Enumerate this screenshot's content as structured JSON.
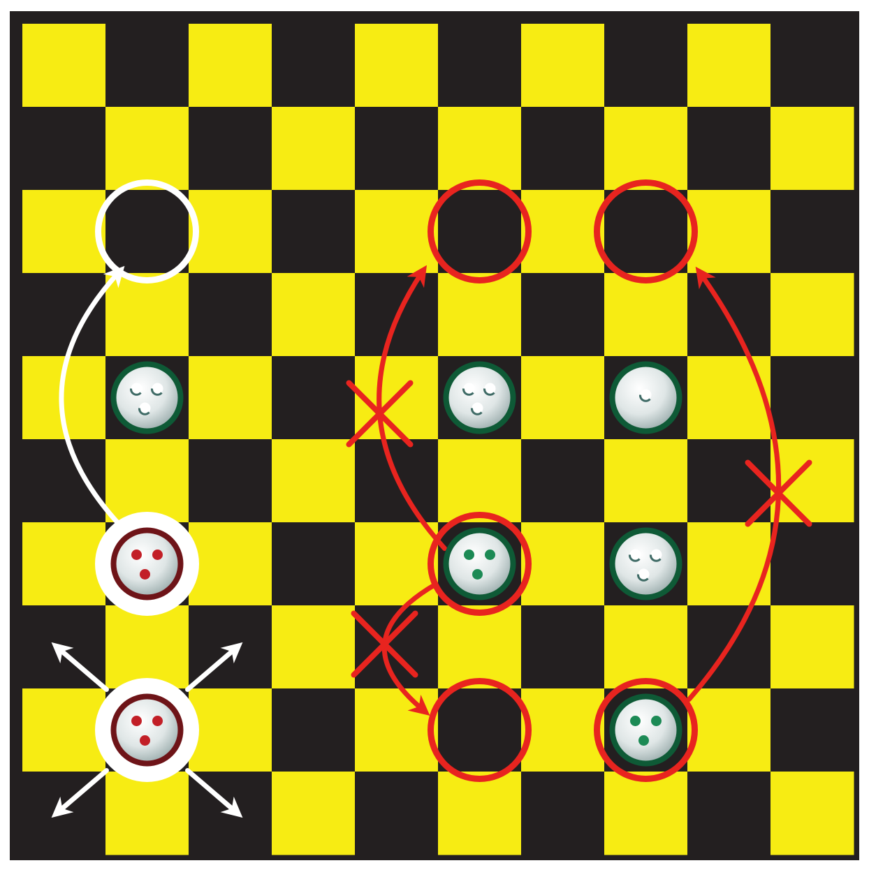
{
  "board": {
    "rows": 10,
    "cols": 10,
    "colors": {
      "light_square": "#f7ec13",
      "dark_square": "#231f20",
      "frame": "#231f20",
      "background": "#ffffff"
    }
  },
  "pieces": [
    {
      "id": "red-1",
      "color": "red",
      "row": 6,
      "col": 1,
      "dots": 3,
      "ring": "white"
    },
    {
      "id": "red-2",
      "color": "red",
      "row": 8,
      "col": 1,
      "dots": 3,
      "ring": "white"
    },
    {
      "id": "green-1",
      "color": "green",
      "row": 4,
      "col": 1,
      "dots": 3,
      "style": "dimple"
    },
    {
      "id": "green-2",
      "color": "green",
      "row": 4,
      "col": 5,
      "dots": 3,
      "style": "dimple"
    },
    {
      "id": "green-3",
      "color": "green",
      "row": 4,
      "col": 7,
      "dots": 1,
      "style": "dimple"
    },
    {
      "id": "green-4",
      "color": "green",
      "row": 6,
      "col": 5,
      "dots": 3,
      "style": "dot",
      "ring": "red"
    },
    {
      "id": "green-5",
      "color": "green",
      "row": 6,
      "col": 7,
      "dots": 3,
      "style": "dimple"
    },
    {
      "id": "green-6",
      "color": "green",
      "row": 8,
      "col": 7,
      "dots": 3,
      "style": "dot",
      "ring": "red"
    }
  ],
  "empty_target_rings": [
    {
      "row": 2,
      "col": 1,
      "color": "white"
    },
    {
      "row": 2,
      "col": 5,
      "color": "red"
    },
    {
      "row": 2,
      "col": 7,
      "color": "red"
    },
    {
      "row": 8,
      "col": 5,
      "color": "red"
    }
  ],
  "annotations": {
    "colors": {
      "allowed": "#ffffff",
      "forbidden": "#e8241f"
    },
    "allowed_move": {
      "from": [
        6,
        1
      ],
      "to": [
        2,
        1
      ]
    },
    "forbidden_moves": [
      {
        "from": [
          6,
          5
        ],
        "to": [
          2,
          5
        ]
      },
      {
        "from": [
          8,
          7
        ],
        "to": [
          2,
          7
        ]
      },
      {
        "from": [
          6,
          5
        ],
        "to": [
          8,
          5
        ]
      }
    ],
    "direction_arrows_from": [
      8,
      1
    ],
    "cross_marks": [
      {
        "near_move": 0
      },
      {
        "near_move": 1
      },
      {
        "near_move": 2
      }
    ]
  }
}
